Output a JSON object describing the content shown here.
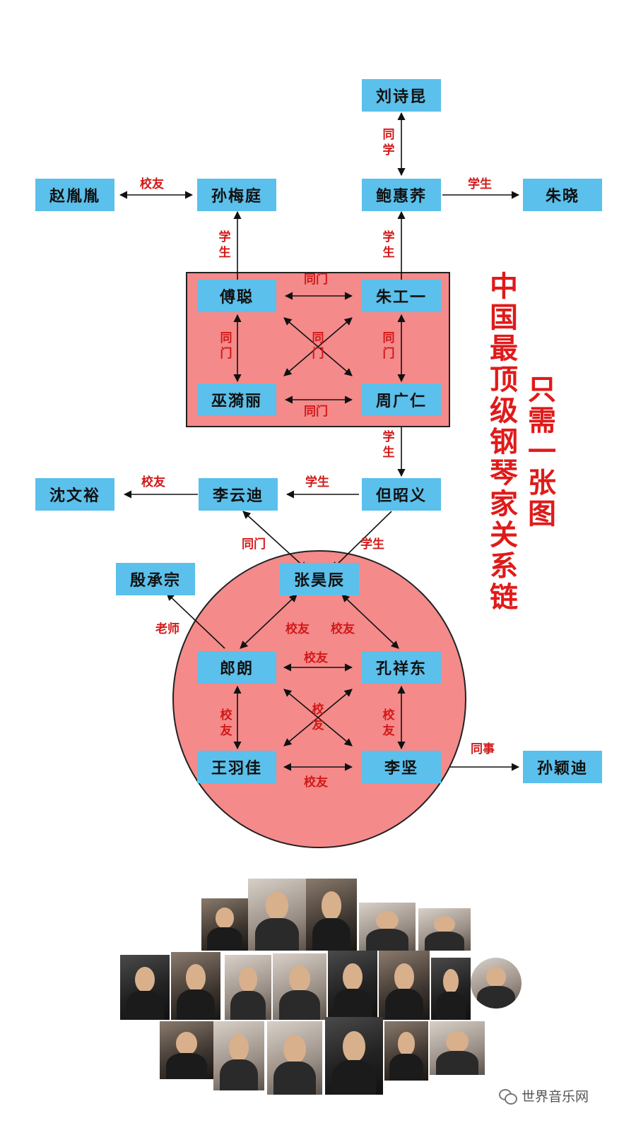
{
  "title": {
    "main": "中国最顶级钢琴家关系链",
    "sub": "只需一张图"
  },
  "nodes": {
    "liu_shikun": "刘诗昆",
    "zhao_yinyin": "赵胤胤",
    "sun_meiting": "孙梅庭",
    "bao_huiqiao": "鲍惠荞",
    "zhu_xiao": "朱晓",
    "fu_cong": "傅聪",
    "zhu_gongyi": "朱工一",
    "ba_yili": "巫漪丽",
    "zhou_guangren": "周广仁",
    "shen_wenyu": "沈文裕",
    "li_yundi": "李云迪",
    "dan_zhaoyi": "但昭义",
    "yin_chengzong": "殷承宗",
    "zhang_haochen": "张昊辰",
    "lang_lang": "郎朗",
    "kong_xiangdong": "孔祥东",
    "wang_yujia": "王羽佳",
    "li_jian": "李坚",
    "sun_yingdi": "孙颖迪"
  },
  "relations": {
    "classmate": "同学",
    "schoolmate": "校友",
    "student": "学生",
    "same_school": "同门",
    "teacher": "老师",
    "colleague": "同事"
  },
  "watermark": "世界音乐网",
  "colors": {
    "node_fill": "#5bc0eb",
    "group_fill": "#f48a8a",
    "label_red": "#d21818",
    "title_red": "#e01a1a"
  }
}
